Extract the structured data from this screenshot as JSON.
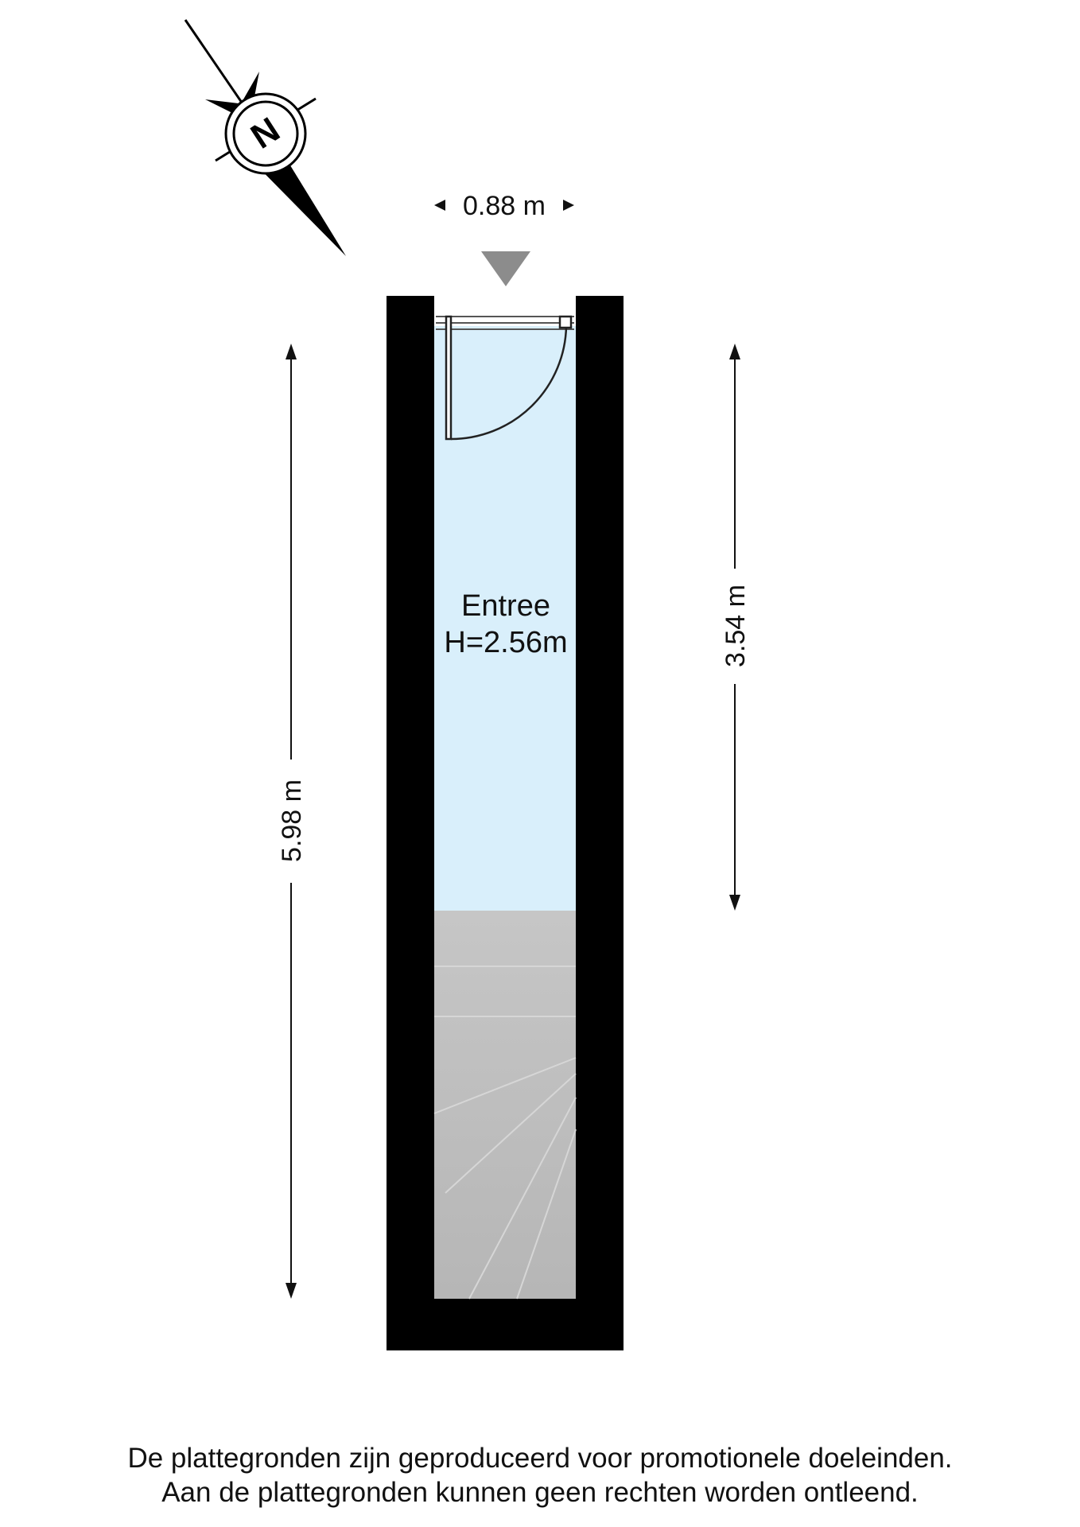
{
  "compass": {
    "label": "N",
    "icon": "north-compass-icon"
  },
  "dimensions": {
    "width_top": "0.88 m",
    "height_left": "5.98 m",
    "height_right": "3.54 m"
  },
  "room": {
    "name": "Entree",
    "height": "H=2.56m"
  },
  "disclaimer": {
    "line1": "De plattegronden zijn geproduceerd voor promotionele doeleinden.",
    "line2": "Aan de plattegronden kunnen geen rechten worden ontleend."
  },
  "colors": {
    "wall": "#000000",
    "room_fill": "#d9effb",
    "stairs_fill": "#c4c4c4"
  }
}
